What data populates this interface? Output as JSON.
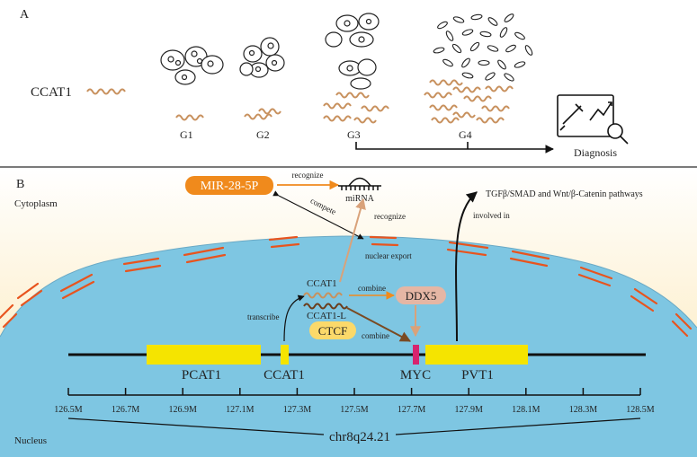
{
  "panel_a": {
    "label": "A",
    "legend_label": "CCAT1",
    "groups": [
      "G1",
      "G2",
      "G3",
      "G4"
    ],
    "diagnosis_label": "Diagnosis"
  },
  "panel_b": {
    "label": "B",
    "cytoplasm_label": "Cytoplasm",
    "nucleus_label": "Nucleus",
    "mir_label": "MIR-28-5P",
    "mirna_label": "miRNA",
    "recognize_top": "recognize",
    "compete": "compete",
    "recognize_side": "recognize",
    "pathways": "TGFβ/SMAD and Wnt/β-Catenin pathways",
    "involved_in": "involved in",
    "nuclear_export": "nuclear export",
    "ccat1_rna": "CCAT1",
    "ccat1l_rna": "CCAT1-L",
    "combine_ddx5": "combine",
    "combine_myc": "combine",
    "transcribe": "transcribe",
    "ddx5": "DDX5",
    "ctcf": "CTCF",
    "genes": {
      "pcat1": "PCAT1",
      "ccat1": "CCAT1",
      "myc": "MYC",
      "pvt1": "PVT1"
    },
    "ticks": [
      "126.5M",
      "126.7M",
      "126.9M",
      "127.1M",
      "127.3M",
      "127.5M",
      "127.7M",
      "127.9M",
      "128.1M",
      "128.3M",
      "128.5M"
    ],
    "chromosome": "chr8q24.21"
  },
  "colors": {
    "rna": "#c8915e",
    "gene_box": "#f5e400",
    "myc_bar": "#d6246e",
    "nucleus": "#7ec6e2",
    "membrane": "#e8541e",
    "mir_box": "#f08a1c",
    "ddx5_box": "#e5b6a4",
    "ctcf_box": "#fbd96a",
    "cytoplasm": "#fbe7b8"
  }
}
